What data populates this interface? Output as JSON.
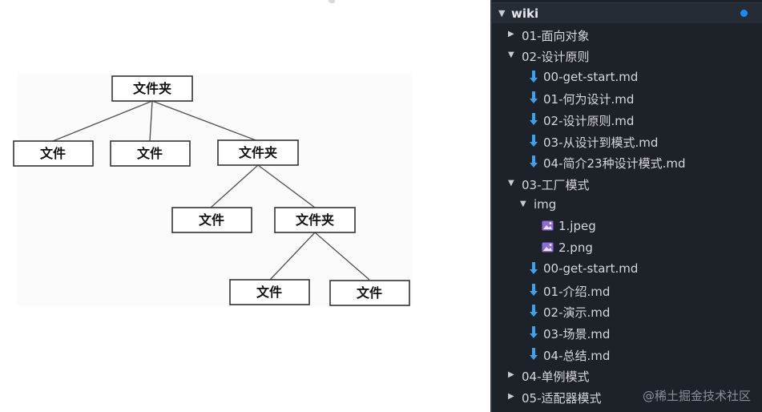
{
  "diagram": {
    "root": "文件夹",
    "level1": [
      "文件",
      "文件",
      "文件夹"
    ],
    "level2": [
      "文件",
      "文件夹"
    ],
    "level3": [
      "文件",
      "文件"
    ]
  },
  "explorer": {
    "root_label": "wiki",
    "items": [
      {
        "label": "01-面向对象",
        "kind": "folder",
        "expanded": false
      },
      {
        "label": "02-设计原则",
        "kind": "folder",
        "expanded": true
      },
      {
        "label": "00-get-start.md",
        "kind": "md"
      },
      {
        "label": "01-何为设计.md",
        "kind": "md"
      },
      {
        "label": "02-设计原则.md",
        "kind": "md"
      },
      {
        "label": "03-从设计到模式.md",
        "kind": "md"
      },
      {
        "label": "04-简介23种设计模式.md",
        "kind": "md"
      },
      {
        "label": "03-工厂模式",
        "kind": "folder",
        "expanded": true
      },
      {
        "label": "img",
        "kind": "folder",
        "expanded": true
      },
      {
        "label": "1.jpeg",
        "kind": "image"
      },
      {
        "label": "2.png",
        "kind": "image"
      },
      {
        "label": "00-get-start.md",
        "kind": "md"
      },
      {
        "label": "01-介绍.md",
        "kind": "md"
      },
      {
        "label": "02-演示.md",
        "kind": "md"
      },
      {
        "label": "03-场景.md",
        "kind": "md"
      },
      {
        "label": "04-总结.md",
        "kind": "md"
      },
      {
        "label": "04-单例模式",
        "kind": "folder",
        "expanded": false
      },
      {
        "label": "05-适配器模式",
        "kind": "folder",
        "expanded": false
      }
    ],
    "watermark": "@稀土掘金技术社区"
  },
  "colors": {
    "panel_bg": "#1d2229",
    "md_icon": "#3aa3f0",
    "image_icon": "#8e6bd6",
    "active_dot": "#1e88ff"
  }
}
